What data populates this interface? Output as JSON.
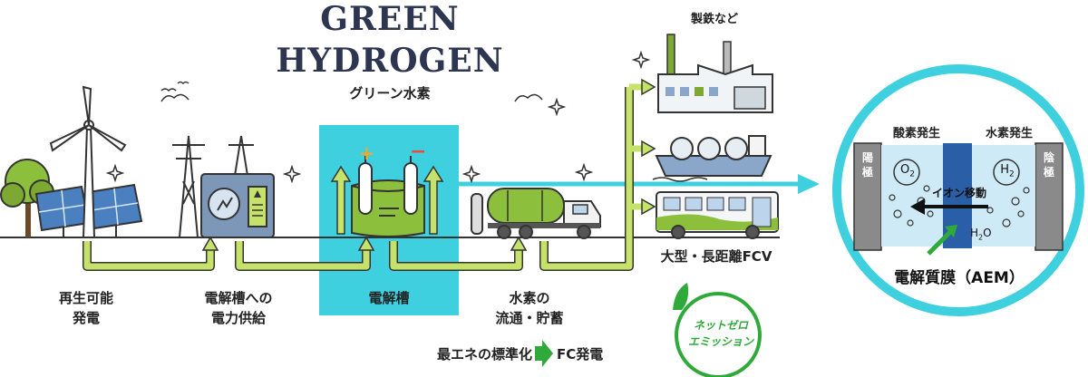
{
  "title": {
    "line1": "GREEN",
    "line2": "HYDROGEN",
    "jp": "グリーン水素"
  },
  "steps": {
    "renewable_l1": "再生可能",
    "renewable_l2": "発電",
    "power_l1": "電解槽への",
    "power_l2": "電力供給",
    "electrolyzer": "電解槽",
    "storage_l1": "水素の",
    "storage_l2": "流通・貯蓄"
  },
  "uses": {
    "steel": "製鉄など",
    "fcv": "大型・長距離FCV"
  },
  "standard": {
    "left": "最エネの標準化",
    "right": "FC発電"
  },
  "badge": {
    "line1": "ネットゼロ",
    "line2": "エミッション"
  },
  "detail": {
    "anode": "陽極",
    "cathode": "陰極",
    "oxygen_gen": "酸素発生",
    "hydrogen_gen": "水素発生",
    "o2": "O",
    "o2_sub": "2",
    "h2": "H",
    "h2_sub": "2",
    "ion": "イオン移動",
    "h2o": "H",
    "h2o_sub": "2",
    "h2o_tail": "O",
    "membrane": "電解質膜（AEM）"
  },
  "colors": {
    "green": "#7da832",
    "dark_green": "#5a8a1e",
    "cyan": "#3fd0e0",
    "navy": "#2e3550",
    "membrane": "#2a5fa8"
  }
}
